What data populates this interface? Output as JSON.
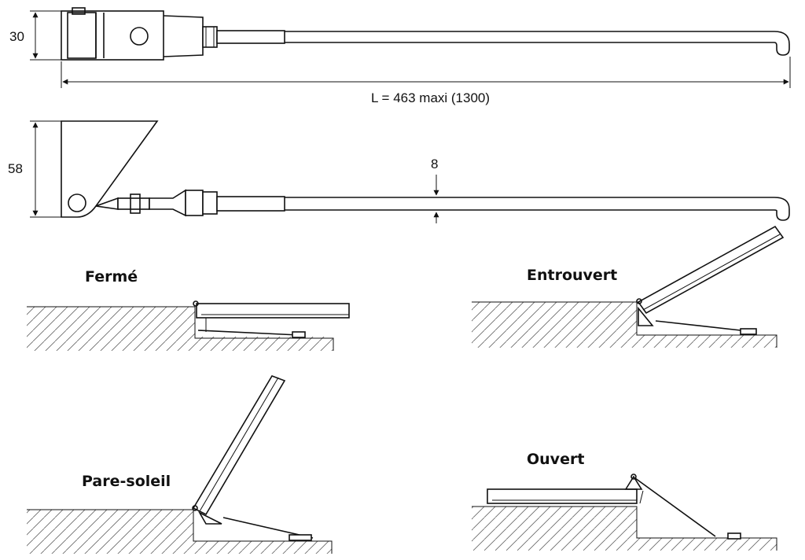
{
  "dimensions": {
    "height_top": "30",
    "length": "L = 463 maxi (1300)",
    "height_side": "58",
    "rod_diameter": "8"
  },
  "positions": {
    "closed": "Fermé",
    "ajar": "Entrouvert",
    "sunshade": "Pare-soleil",
    "open": "Ouvert"
  }
}
